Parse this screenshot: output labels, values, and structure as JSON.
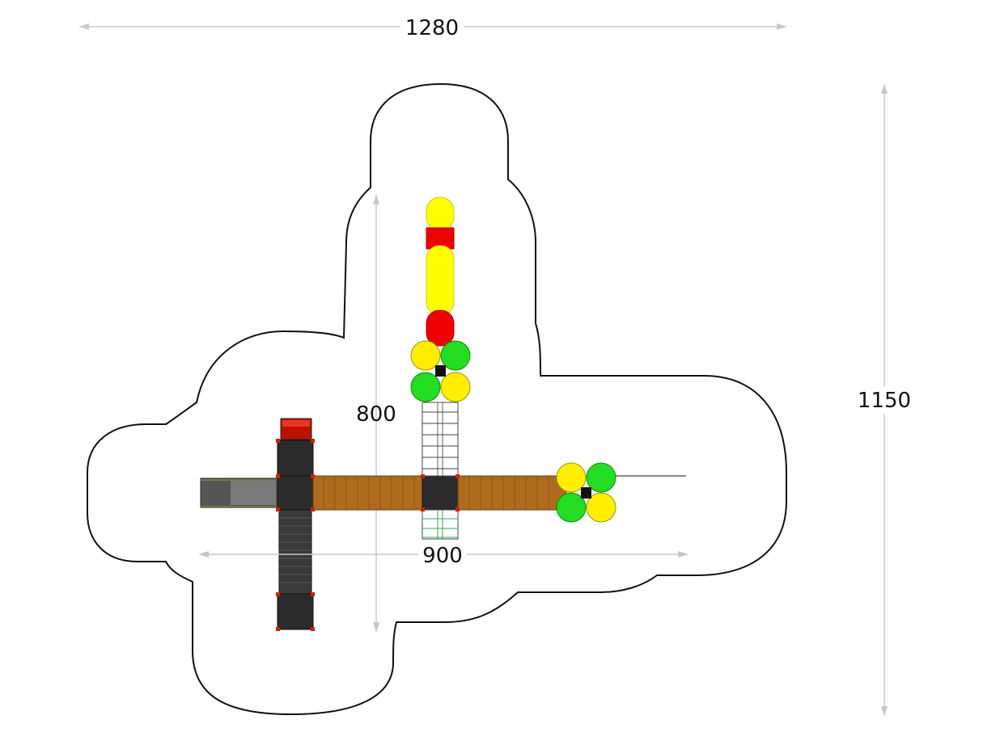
{
  "dimensions": {
    "overall_width": "1280",
    "overall_height": "1150",
    "equipment_width": "900",
    "equipment_height": "800"
  },
  "colors": {
    "outline": "#111111",
    "dimension_line": "#c8c8c8",
    "deck": "#2b2b2b",
    "post": "#cc2200",
    "bridge_wood": "#b06a1e",
    "tube_yellow": "#ffff00",
    "tube_red": "#ee0000",
    "leaf_yellow": "#ffee00",
    "leaf_green": "#22dd22",
    "slide_grey": "#555555",
    "net_grey": "#3a3a3a"
  }
}
